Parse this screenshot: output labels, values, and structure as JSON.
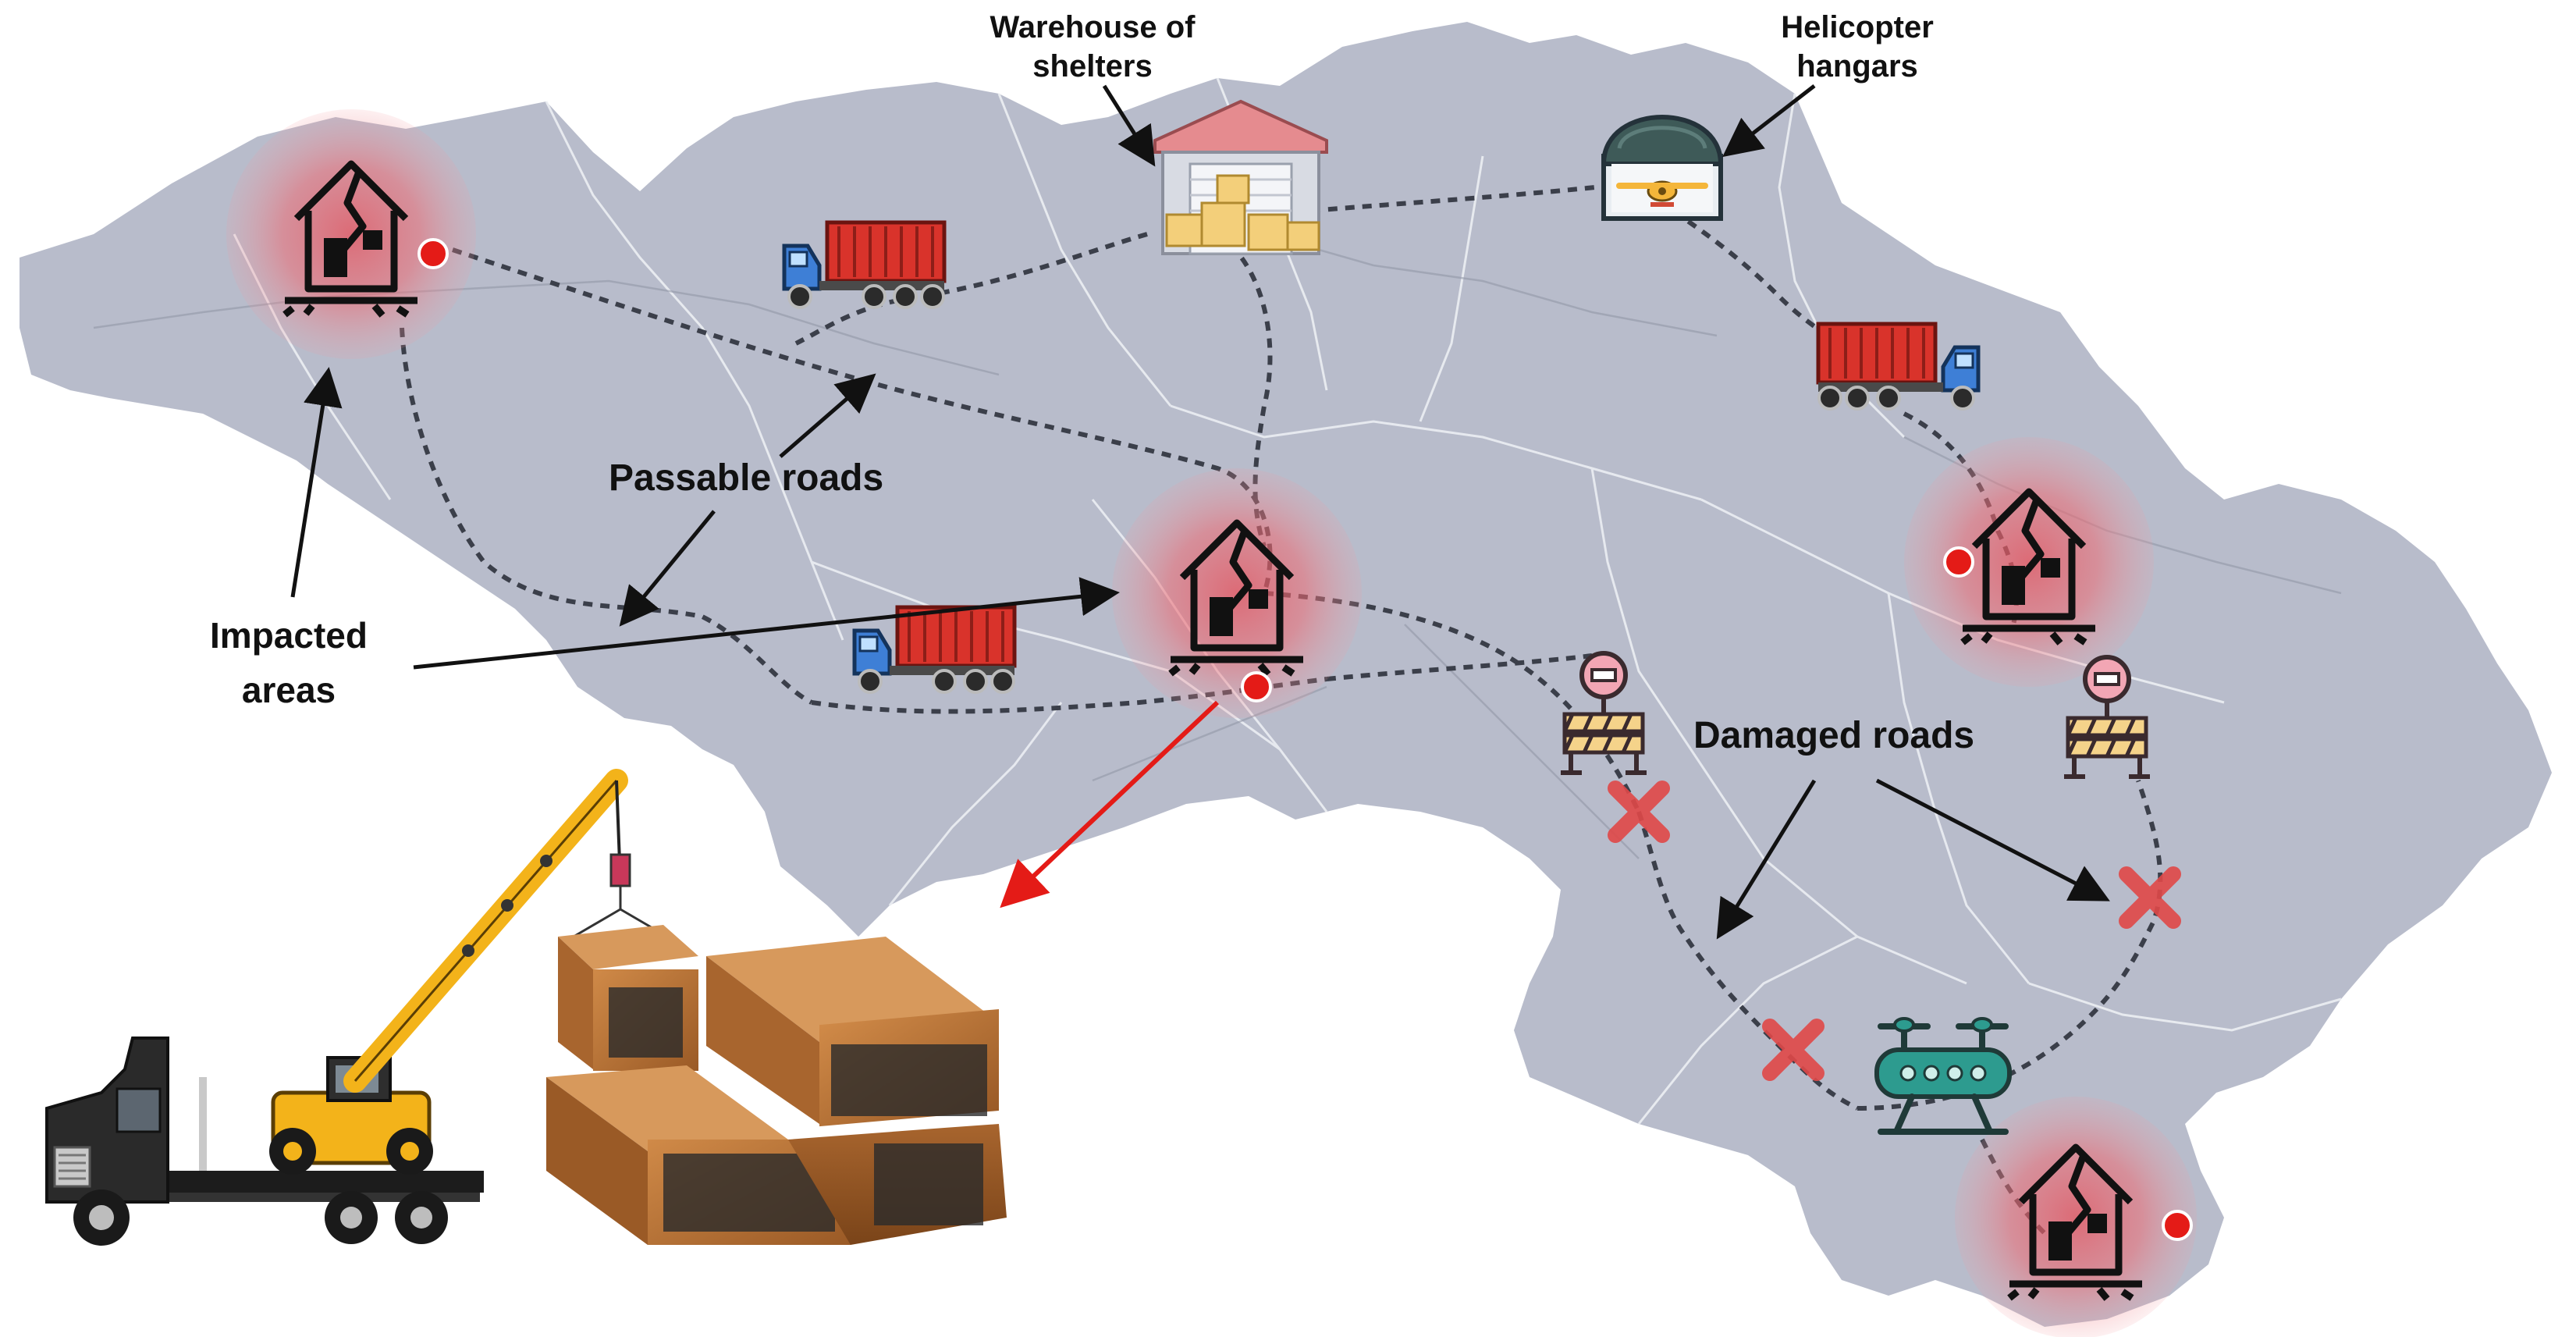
{
  "labels": {
    "warehouse_line1": "Warehouse of",
    "warehouse_line2": "shelters",
    "helicopter_line1": "Helicopter",
    "helicopter_line2": "hangars",
    "passable_roads": "Passable roads",
    "impacted_line1": "Impacted",
    "impacted_line2": "areas",
    "damaged_roads": "Damaged roads"
  },
  "colors": {
    "map_fill": "#b8bccb",
    "map_border": "#eceef3",
    "road_dash": "#3b3f4a",
    "impact_glow": "#e8505a",
    "location_dot": "#e41b17",
    "damage_cross": "#e04848",
    "arrow_red": "#e41b17",
    "truck_container": "#d9332b",
    "truck_cab": "#3e7fd6",
    "crane_yellow": "#f3b31a",
    "shelter_wood": "#b8743a",
    "drone_teal": "#2d9b8f"
  },
  "icons": {
    "impacted_area": "collapsed-house-icon",
    "warehouse": "warehouse-icon",
    "hangar": "helicopter-hangar-icon",
    "truck": "container-truck-icon",
    "roadblock": "road-barrier-icon",
    "damage": "red-cross-icon",
    "drone": "drone-icon",
    "crane_truck": "crane-truck-icon",
    "shelters": "modular-shelter-icon"
  }
}
